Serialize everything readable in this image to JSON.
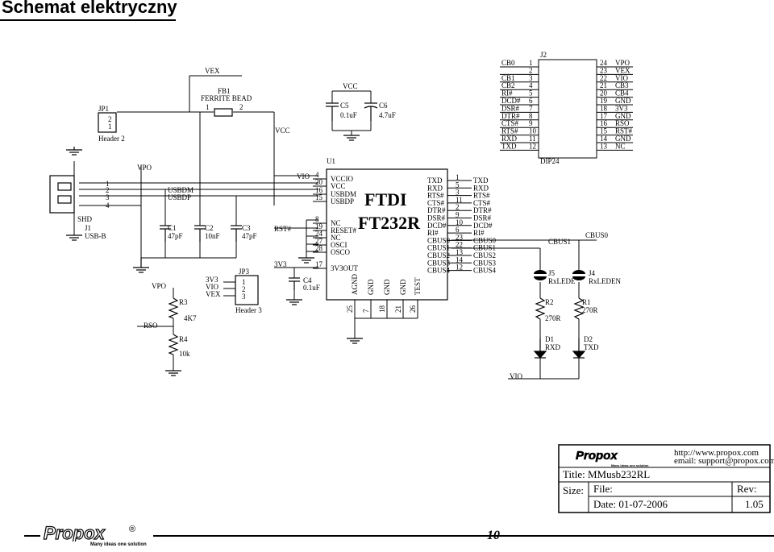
{
  "header": {
    "title": "Schemat elektryczny"
  },
  "footer": {
    "brand": "Propox",
    "tagline": "Many ideas one solution",
    "page_number": "10"
  },
  "title_block": {
    "website": "http://www.propox.com",
    "email": "email: support@propox.com",
    "title": "Title: MMusb232RL",
    "size_label": "Size:",
    "file_label": "File:",
    "rev_label": "Rev:",
    "date": "Date:   01-07-2006",
    "rev": "1.05",
    "tagline": "Many ideas one solution"
  },
  "schematic": {
    "ic_ref": "U1",
    "ic_brand": "FTDI",
    "ic_part": "FT232R",
    "ic_left_pins": [
      {
        "num": "4",
        "name": "VCCIO"
      },
      {
        "num": "20",
        "name": "VCC"
      },
      {
        "num": "16",
        "name": "USBDM"
      },
      {
        "num": "15",
        "name": "USBDP"
      },
      {
        "num": "8",
        "name": "NC"
      },
      {
        "num": "19",
        "name": "RESET#"
      },
      {
        "num": "24",
        "name": "NC"
      },
      {
        "num": "27",
        "name": "OSCI"
      },
      {
        "num": "28",
        "name": "OSCO"
      },
      {
        "num": "17",
        "name": "3V3OUT"
      }
    ],
    "ic_right_pins": [
      {
        "num": "1",
        "name": "TXD",
        "net": "TXD"
      },
      {
        "num": "5",
        "name": "RXD",
        "net": "RXD"
      },
      {
        "num": "3",
        "name": "RTS#",
        "net": "RTS#"
      },
      {
        "num": "11",
        "name": "CTS#",
        "net": "CTS#"
      },
      {
        "num": "2",
        "name": "DTR#",
        "net": "DTR#"
      },
      {
        "num": "9",
        "name": "DSR#",
        "net": "DSR#"
      },
      {
        "num": "10",
        "name": "DCD#",
        "net": "DCD#"
      },
      {
        "num": "6",
        "name": "RI#",
        "net": "RI#"
      },
      {
        "num": "23",
        "name": "CBUS0",
        "net": "CBUS0"
      },
      {
        "num": "22",
        "name": "CBUS1",
        "net": "CBUS1"
      },
      {
        "num": "13",
        "name": "CBUS2",
        "net": "CBUS2"
      },
      {
        "num": "14",
        "name": "CBUS3",
        "net": "CBUS3"
      },
      {
        "num": "12",
        "name": "CBUS4",
        "net": "CBUS4"
      }
    ],
    "ic_bottom_pins": [
      {
        "num": "25",
        "name": "AGND"
      },
      {
        "num": "7",
        "name": "GND"
      },
      {
        "num": "18",
        "name": "GND"
      },
      {
        "num": "21",
        "name": "GND"
      },
      {
        "num": "26",
        "name": "TEST"
      }
    ],
    "j2": {
      "ref": "J2",
      "type": "DIP24",
      "left": [
        {
          "n": "CB0",
          "p": "1"
        },
        {
          "n": "",
          "p": "2"
        },
        {
          "n": "CB1",
          "p": "3"
        },
        {
          "n": "CB2",
          "p": "4"
        },
        {
          "n": "RI#",
          "p": "5"
        },
        {
          "n": "DCD#",
          "p": "6"
        },
        {
          "n": "DSR#",
          "p": "7"
        },
        {
          "n": "DTR#",
          "p": "8"
        },
        {
          "n": "CTS#",
          "p": "9"
        },
        {
          "n": "RTS#",
          "p": "10"
        },
        {
          "n": "RXD",
          "p": "11"
        },
        {
          "n": "TXD",
          "p": "12"
        }
      ],
      "right": [
        {
          "p": "24",
          "n": "VPO"
        },
        {
          "p": "23",
          "n": "VEX"
        },
        {
          "p": "22",
          "n": "VIO"
        },
        {
          "p": "21",
          "n": "CB3"
        },
        {
          "p": "20",
          "n": "CB4"
        },
        {
          "p": "19",
          "n": "GND"
        },
        {
          "p": "18",
          "n": "3V3"
        },
        {
          "p": "17",
          "n": "GND"
        },
        {
          "p": "16",
          "n": "RSO"
        },
        {
          "p": "15",
          "n": "RST#"
        },
        {
          "p": "14",
          "n": "GND"
        },
        {
          "p": "13",
          "n": "NC"
        }
      ]
    },
    "labels": {
      "jp1": "JP1",
      "jp1_header": "Header 2",
      "jp1_pin2": "2",
      "jp1_pin1": "1",
      "vex": "VEX",
      "fb1": "FB1",
      "fb1_type": "FERRITE BEAD",
      "fb1_pin1": "1",
      "fb1_pin2": "2",
      "vcc_net": "VCC",
      "c5_vcc": "VCC",
      "c5": "C5",
      "c5_val": "0.1uF",
      "c6": "C6",
      "c6_val": "4.7uF",
      "vpo": "VPO",
      "j1": "J1",
      "j1_type": "USB-B",
      "shd": "SHD",
      "usb_pin1": "1",
      "usb_pin2": "2",
      "usb_pin3": "3",
      "usb_pin4": "4",
      "usbdm": "USBDM",
      "usbdp": "USBDP",
      "c1": "C1",
      "c1_val": "47pF",
      "c2": "C2",
      "c2_val": "10nF",
      "c3": "C3",
      "c3_val": "47pF",
      "vio_net": "VIO",
      "rst_net": "RST#",
      "v3v3_net": "3V3",
      "c4": "C4",
      "c4_val": "0.1uF",
      "jp3": "JP3",
      "jp3_header": "Header 3",
      "jp3_1": "1",
      "jp3_2": "2",
      "jp3_3": "3",
      "jp3_3v3": "3V3",
      "jp3_vio": "VIO",
      "jp3_vex": "VEX",
      "vpo2": "VPO",
      "r3": "R3",
      "r3_val": "4K7",
      "rso": "RSO",
      "r4": "R4",
      "r4_val": "10k",
      "cbus1": "CBUS1",
      "cbus0": "CBUS0",
      "j5": "J5",
      "j5_name": "RxLEDE",
      "j4": "J4",
      "j4_name": "RxLEDEN",
      "r2": "R2",
      "r2_val": "270R",
      "r1": "R1",
      "r1_val": "270R",
      "d1": "D1",
      "d1_name": "RXD",
      "d2": "D2",
      "d2_name": "TXD",
      "vio_bottom": "VIO"
    }
  }
}
